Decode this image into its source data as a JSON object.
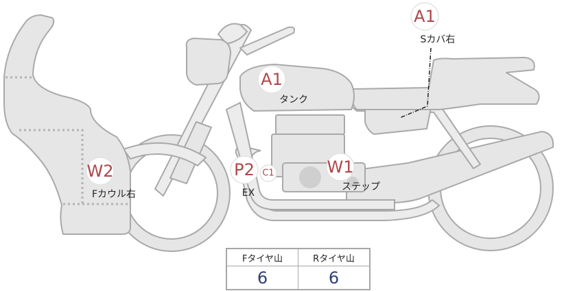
{
  "diagram": {
    "markers": [
      {
        "key": "front-cowl-right",
        "code": "W2",
        "label": "Fカウル右"
      },
      {
        "key": "tank",
        "code": "A1",
        "label": "タンク"
      },
      {
        "key": "side-cover-right",
        "code": "A1",
        "label": "Sカバ右"
      },
      {
        "key": "exhaust",
        "code": "P2",
        "label": "EX"
      },
      {
        "key": "exhaust-extra",
        "code": "C1",
        "label": ""
      },
      {
        "key": "step",
        "code": "W1",
        "label": "ステップ"
      }
    ]
  },
  "tread_table": {
    "headers": [
      "Fタイヤ山",
      "Rタイヤ山"
    ],
    "values": [
      "6",
      "6"
    ]
  },
  "colors": {
    "bike_fill": "#e6e6e6",
    "bike_stroke": "#a9a9a9",
    "marker_code": "#b0464a",
    "table_value": "#2f3f7a"
  }
}
